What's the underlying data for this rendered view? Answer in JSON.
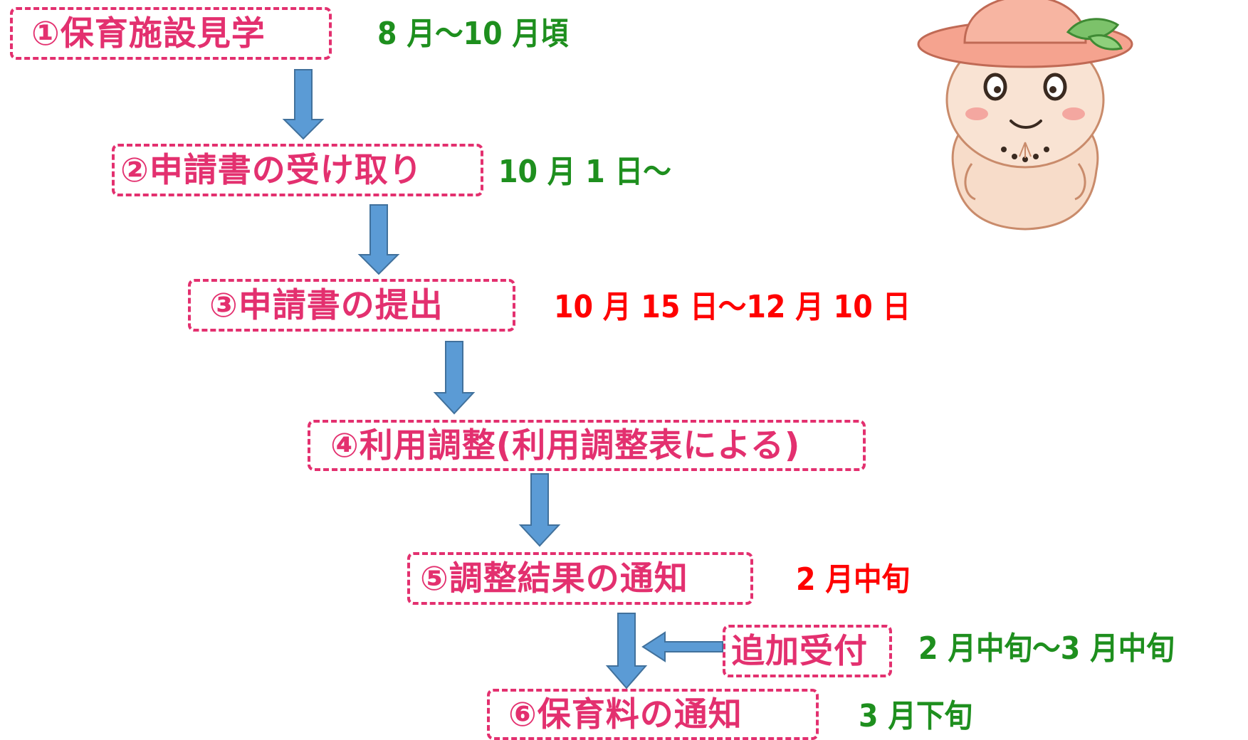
{
  "steps": [
    {
      "label": "①保育施設見学",
      "date": "8 月～10 月頃",
      "date_color": "green"
    },
    {
      "label": "②申請書の受け取り",
      "date": "10 月 1 日～",
      "date_color": "green"
    },
    {
      "label": "③申請書の提出",
      "date": "10 月 15 日～12 月 10 日",
      "date_color": "red"
    },
    {
      "label": "④利用調整(利用調整表による)",
      "date": "",
      "date_color": "none"
    },
    {
      "label": "⑤調整結果の通知",
      "date": "2 月中旬",
      "date_color": "red"
    },
    {
      "label": "⑥保育料の通知",
      "date": "3 月下旬",
      "date_color": "green"
    }
  ],
  "additional": {
    "label": "追加受付",
    "date": "2 月中旬～3 月中旬",
    "date_color": "green"
  },
  "colors": {
    "step_border": "#e3306f",
    "step_text": "#e3306f",
    "date_green": "#1e8f1e",
    "date_red": "#ff0000",
    "arrow_fill": "#5b9bd5",
    "arrow_stroke": "#41719c"
  },
  "mascot": {
    "icon": "peach-mascot-icon"
  }
}
